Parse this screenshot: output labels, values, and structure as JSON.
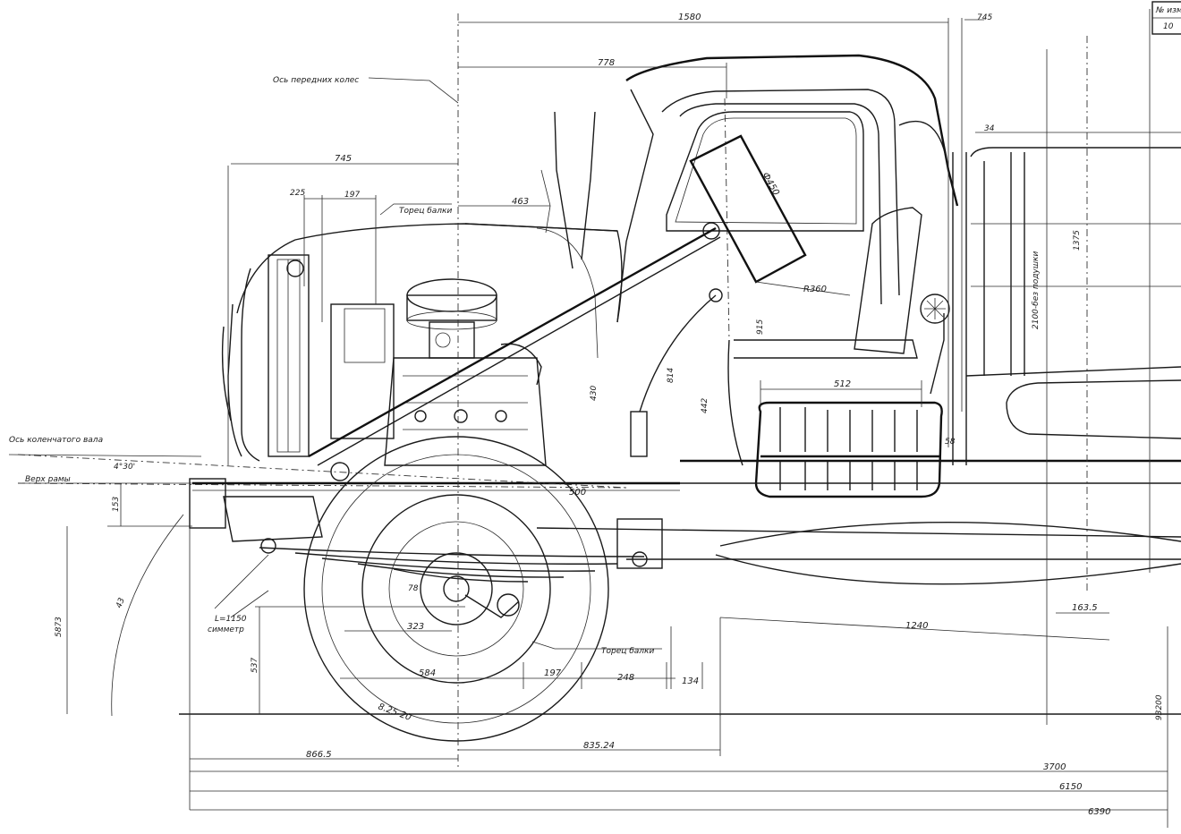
{
  "dimensions": {
    "d1580": "1580",
    "d745top": "745",
    "d778": "778",
    "d745left": "745",
    "d225": "225",
    "d197top": "197",
    "d463": "463",
    "d34": "34",
    "d1375": "1375",
    "d2100": "2100-без подушки",
    "dR360": "R360",
    "dphi450": "Ф450",
    "d915": "915",
    "d814": "814",
    "d442": "442",
    "d512": "512",
    "d58": "58",
    "d500": "500",
    "d430": "430",
    "d4deg30": "4°30'",
    "d153": "153",
    "d78": "78",
    "d323": "323",
    "d584": "584",
    "d197mid": "197",
    "d248": "248",
    "d134": "134",
    "d1240": "1240",
    "d163_5": "163.5",
    "d537": "537",
    "d5873": "5873",
    "d43": "43",
    "d8665": "866.5",
    "d83524": "835.24",
    "d3700": "3700",
    "d6150": "6150",
    "d6390": "6390",
    "d93200": "93200",
    "dL1150": "L=1150",
    "dsymm": "симметр",
    "tire": "8.25-20"
  },
  "labels": {
    "front_axle": "Ось передних колес",
    "crankshaft_axis": "Ось коленчатого вала",
    "frame_top": "Верх рамы",
    "frame_end_top": "Торец балки",
    "frame_end_bottom": "Торец балки"
  },
  "title_block": {
    "line1": "№ изм.",
    "line2": "10"
  }
}
